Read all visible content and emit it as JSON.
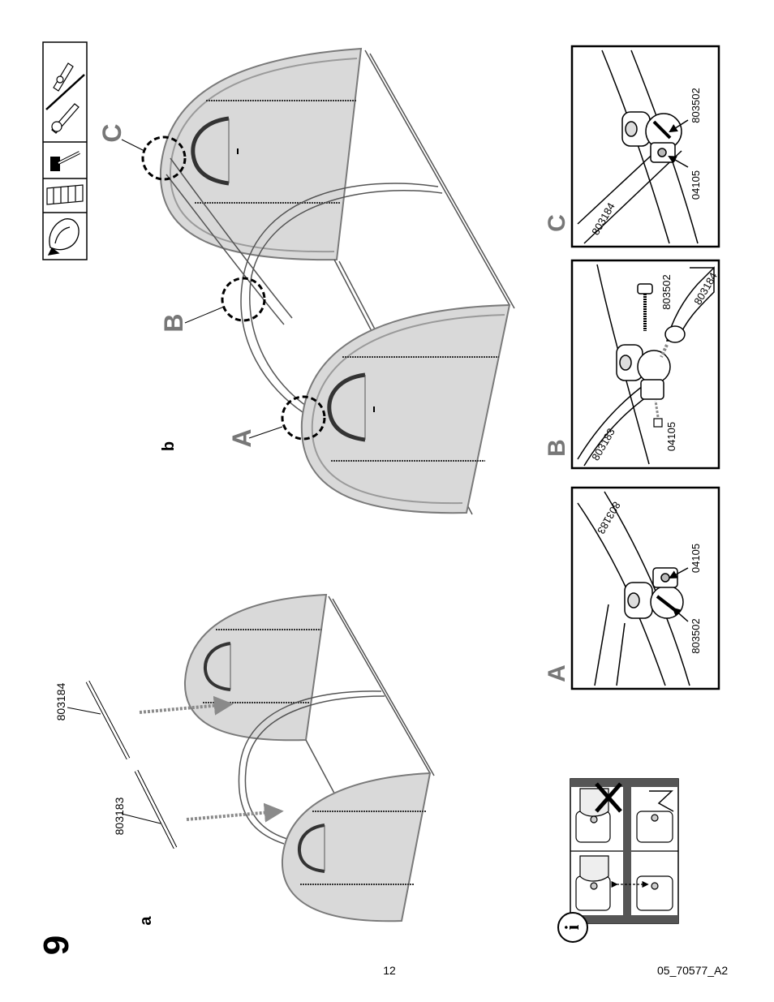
{
  "step_number": "9",
  "sub_steps": {
    "a": "a",
    "b": "b"
  },
  "parts": {
    "bar_1": "803184",
    "bar_2": "803183"
  },
  "callouts": {
    "a": "A",
    "b": "B",
    "c": "C"
  },
  "detail_a": {
    "label": "A",
    "pipe": "803183",
    "bolt": "803502",
    "nut": "04105"
  },
  "detail_b": {
    "label": "B",
    "pipe": "803183",
    "bolt": "803502",
    "nut": "04105",
    "bar": "803184"
  },
  "detail_c": {
    "label": "C",
    "pipe": "803184",
    "bolt": "803502",
    "nut": "04105"
  },
  "info_icon": "i",
  "tools": [
    "screwdriver-and-wrench",
    "mallet",
    "step-ladder",
    "gloves"
  ],
  "footer": {
    "page": "12",
    "code": "05_70577_A2"
  },
  "colors": {
    "panel_fill": "#d9d9d9",
    "panel_border": "#7a7a7a",
    "line": "#000000",
    "arrow": "#8a8a8a"
  }
}
